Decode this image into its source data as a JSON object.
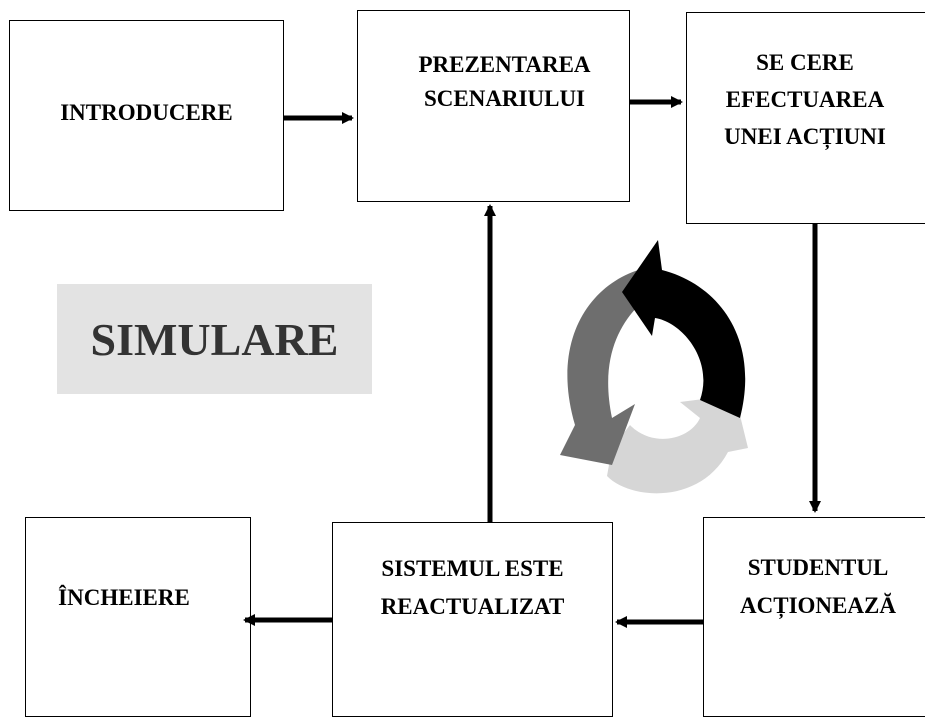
{
  "boxes": {
    "introducere": "INTRODUCERE",
    "prezentarea_line1": "PREZENTAREA",
    "prezentarea_line2": "SCENARIULUI",
    "se_cere_line1": "SE CERE",
    "se_cere_line2": "EFECTUAREA",
    "se_cere_line3": "UNEI ACȚIUNI",
    "studentul_line1": "STUDENTUL",
    "studentul_line2": "ACȚIONEAZĂ",
    "sistemul_line1": "SISTEMUL ESTE",
    "sistemul_line2": "REACTUALIZAT",
    "incheiere": "ÎNCHEIERE"
  },
  "center_label": "SIMULARE",
  "colors": {
    "cycle_arrow_dark": "#000000",
    "cycle_arrow_mid": "#6e6e6e",
    "cycle_arrow_light": "#d6d6d6",
    "simulare_background": "#e3e3e3"
  }
}
